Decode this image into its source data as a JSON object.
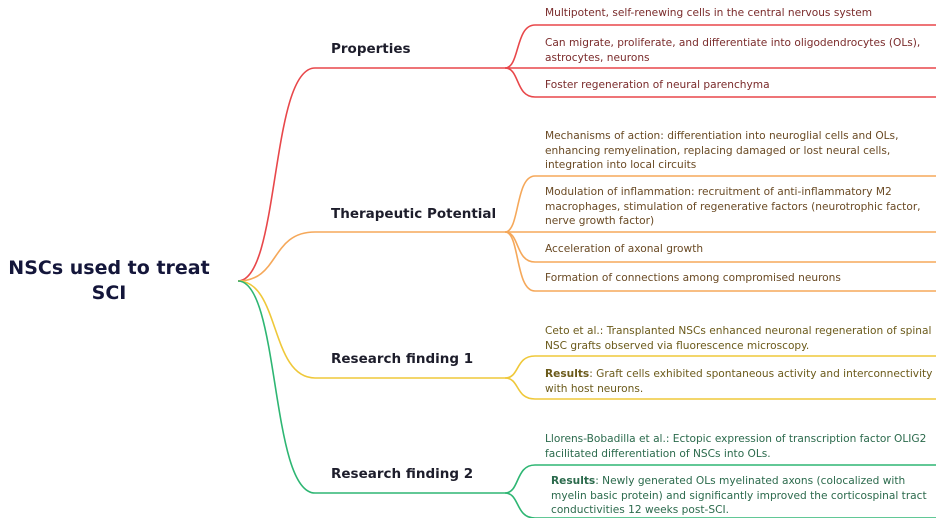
{
  "root": {
    "title": "NSCs used to treat SCI"
  },
  "colors": {
    "properties": "#e8474a",
    "therapeutic": "#f5a85a",
    "research1": "#efc83a",
    "research2": "#2eb673"
  },
  "branches": {
    "properties": {
      "label": "Properties",
      "items": [
        "Multipotent, self-renewing cells in the central nervous system",
        "Can migrate, proliferate, and differentiate into oligodendrocytes (OLs), astrocytes, neurons",
        "Foster regeneration of neural parenchyma"
      ]
    },
    "therapeutic": {
      "label": "Therapeutic Potential",
      "items": [
        "Mechanisms of action: differentiation into neuroglial cells and OLs, enhancing remyelination, replacing damaged or lost neural cells, integration into local circuits",
        "Modulation of inflammation: recruitment of anti-inflammatory M2 macrophages, stimulation of regenerative factors (neurotrophic factor, nerve growth factor)",
        "Acceleration of axonal growth",
        "Formation of connections among compromised neurons"
      ]
    },
    "research1": {
      "label": "Research finding 1",
      "finding": "Ceto et al.: Transplanted NSCs enhanced neuronal regeneration of spinal NSC grafts observed via fluorescence microscopy.",
      "results_label": "Results",
      "results": ": Graft cells exhibited spontaneous activity and interconnectivity with host neurons."
    },
    "research2": {
      "label": "Research finding 2",
      "finding": "Llorens-Bobadilla et al.: Ectopic expression of transcription factor OLIG2 facilitated differentiation of NSCs into OLs.",
      "results_label": "Results",
      "results": ": Newly generated OLs myelinated axons (colocalized with myelin basic protein) and significantly improved the corticospinal tract conductivities 12 weeks post-SCI."
    }
  }
}
